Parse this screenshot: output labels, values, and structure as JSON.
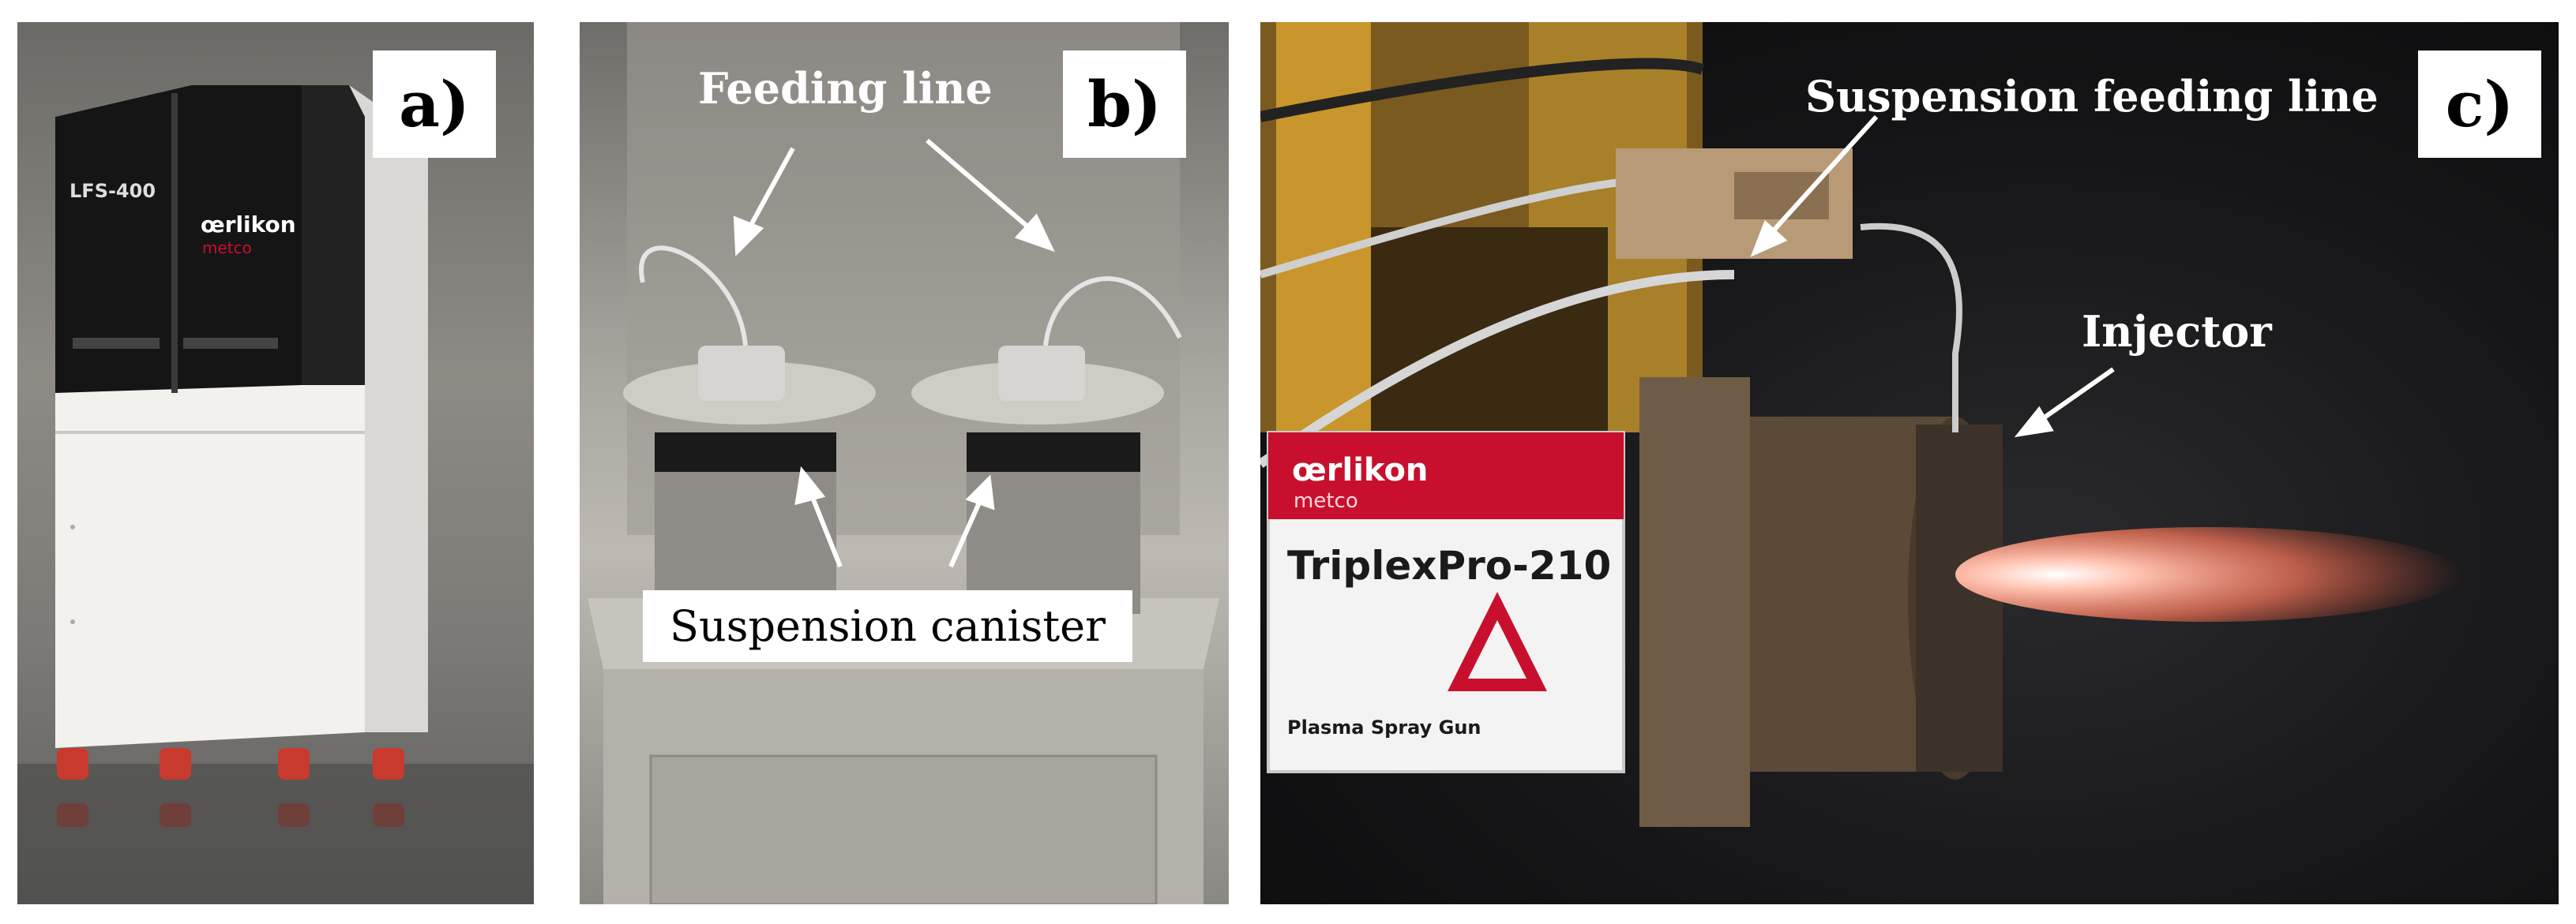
{
  "panels": {
    "a": {
      "letter": "a)",
      "device_model": "LFS-400",
      "device_brand": "œrlikon",
      "device_brand_sub": "metco"
    },
    "b": {
      "letter": "b)",
      "feeding_line_label": "Feeding line",
      "canister_label": "Suspension canister"
    },
    "c": {
      "letter": "c)",
      "feeding_line_label": "Suspension feeding line",
      "injector_label": "Injector",
      "plate_brand": "œrlikon",
      "plate_brand_sub": "metco",
      "plate_model": "TriplexPro-210",
      "plate_caption": "Plasma Spray Gun"
    }
  },
  "colors": {
    "brand_red": "#c8102e",
    "plume": "#ff7a5c",
    "arrow": "#ffffff"
  }
}
